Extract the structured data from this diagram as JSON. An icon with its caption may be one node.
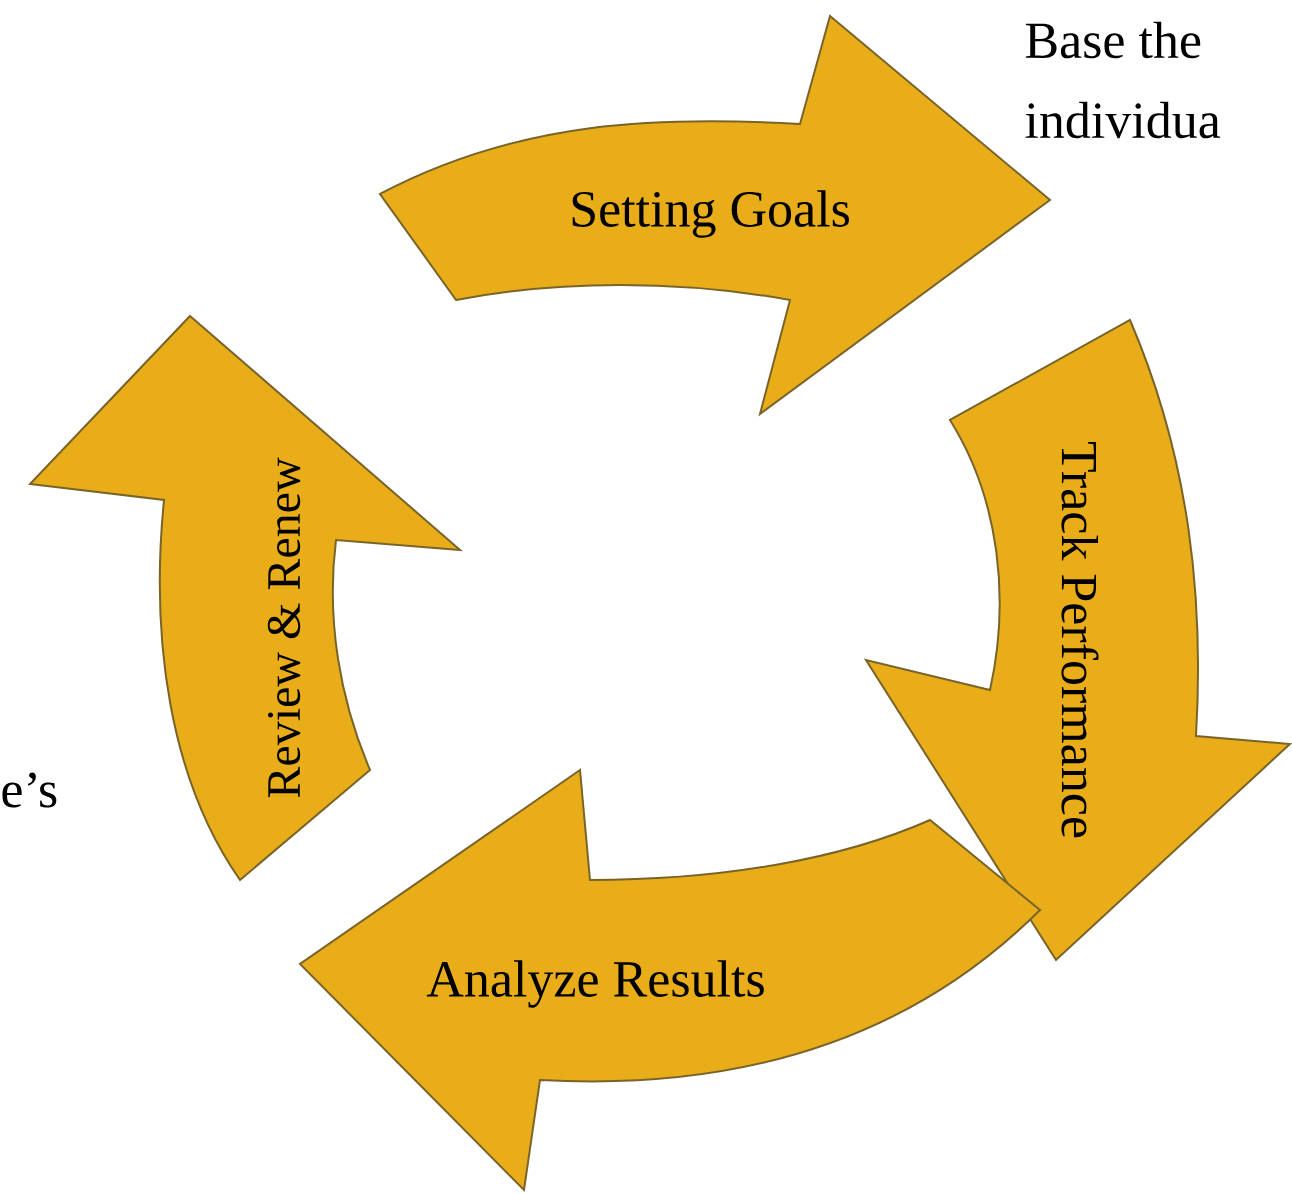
{
  "diagram": {
    "nodes": [
      {
        "text": [
          "Setting Goals"
        ]
      },
      {
        "text": [
          "Track Performance"
        ]
      },
      {
        "text": [
          "Analyze Results"
        ]
      },
      {
        "text": [
          "Review & Renew"
        ]
      }
    ],
    "labels": [
      "Base the",
      "individua",
      "e’s"
    ]
  }
}
